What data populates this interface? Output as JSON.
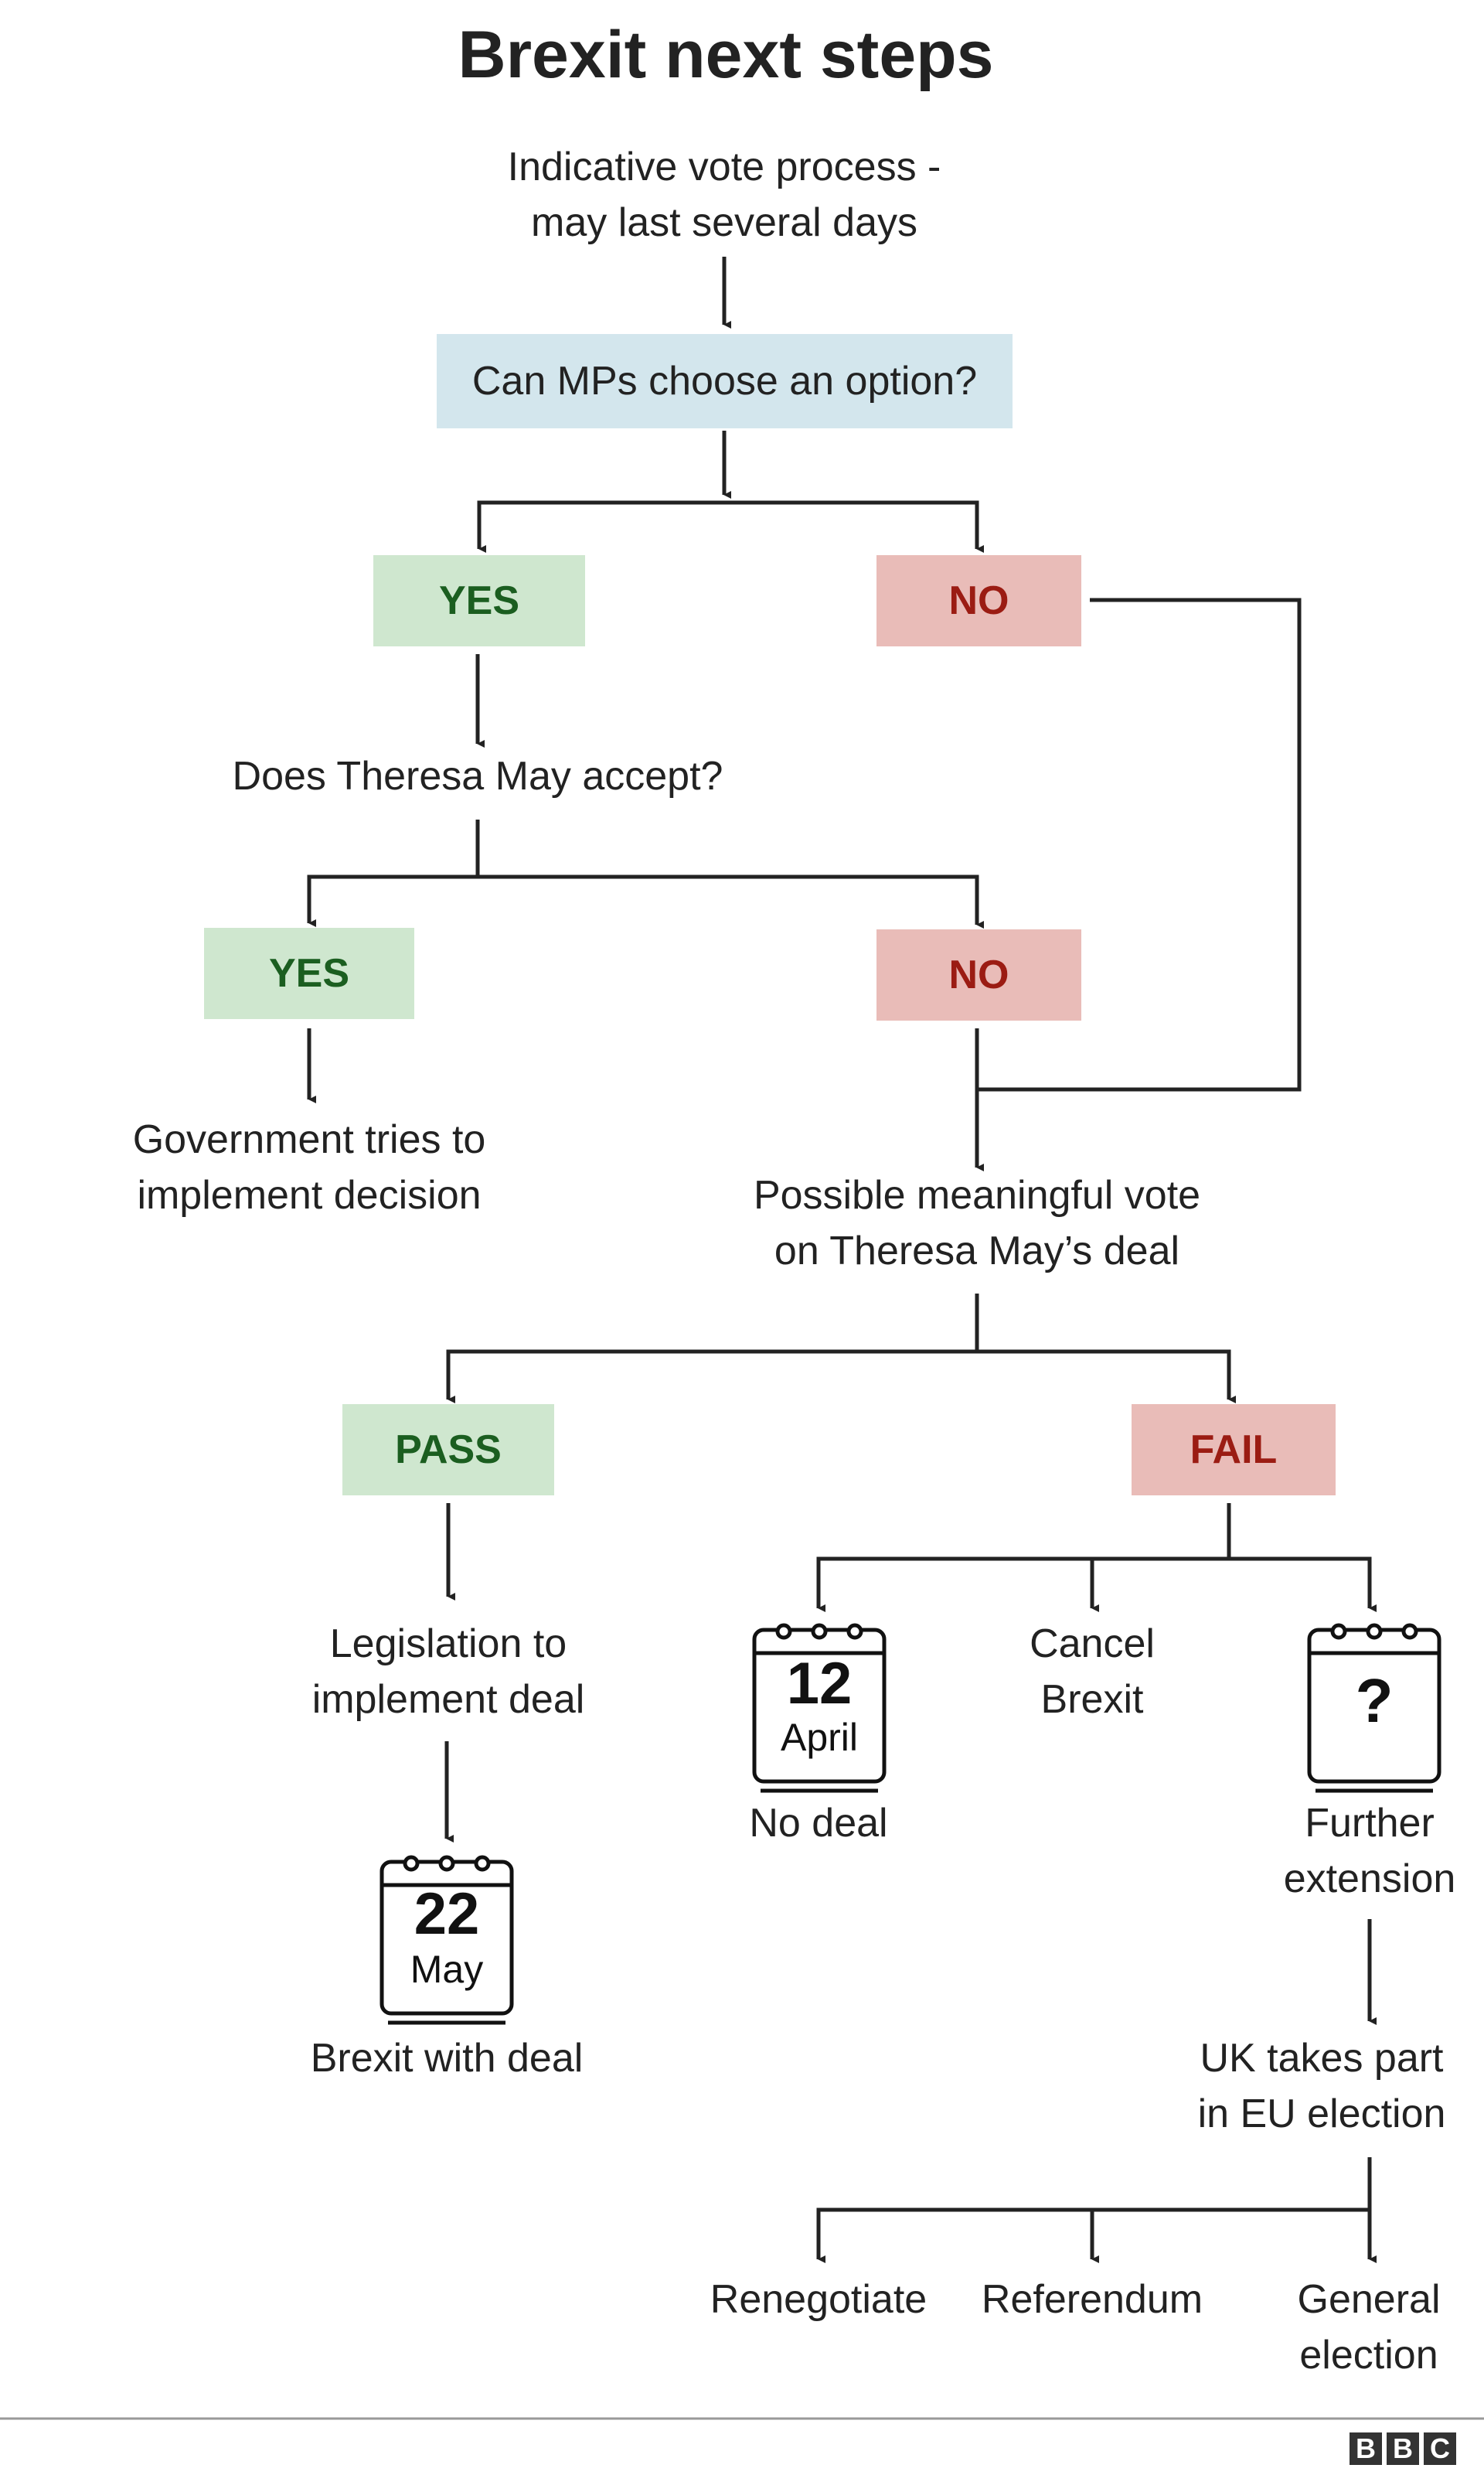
{
  "title": "Brexit next steps",
  "colors": {
    "question_bg": "#d3e6ed",
    "yes_bg": "#cfe7cf",
    "yes_text": "#1b5e20",
    "no_bg": "#e9bcb8",
    "no_text": "#9b1c13",
    "line": "#222222"
  },
  "nodes": {
    "start": [
      "Indicative vote process -",
      "may last several days"
    ],
    "question1": "Can MPs choose an option?",
    "yes1": "YES",
    "no1": "NO",
    "question2": "Does Theresa May accept?",
    "yes2": "YES",
    "no2": "NO",
    "gov": [
      "Government tries to",
      "implement decision"
    ],
    "meaningful": [
      "Possible meaningful vote",
      "on Theresa May’s deal"
    ],
    "pass": "PASS",
    "fail": "FAIL",
    "legislation": [
      "Legislation to",
      "implement deal"
    ],
    "cal_may_day": "22",
    "cal_may_month": "May",
    "brexit_deal": "Brexit with deal",
    "cal_april_day": "12",
    "cal_april_month": "April",
    "no_deal": "No deal",
    "cancel": [
      "Cancel",
      "Brexit"
    ],
    "cal_unknown": "?",
    "extension": [
      "Further",
      "extension"
    ],
    "eu_election": [
      "UK takes part",
      "in EU election"
    ],
    "renegotiate": "Renegotiate",
    "referendum": "Referendum",
    "general": [
      "General",
      "election"
    ]
  },
  "footer": {
    "logo": [
      "B",
      "B",
      "C"
    ]
  }
}
